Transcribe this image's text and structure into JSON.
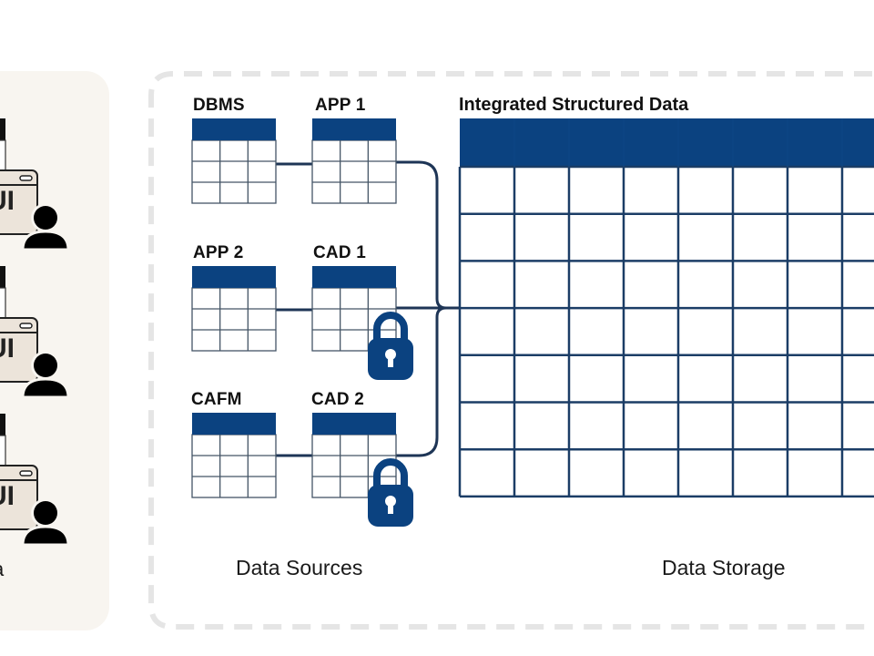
{
  "colors": {
    "navy": "#0b4280",
    "line": "#1e3556",
    "grid_line": "#1b3d66",
    "panel_bg": "#f8f5f0",
    "dash": "#e5e5e5",
    "ui_window": "#ece4da"
  },
  "left_panel": {
    "users": [
      {
        "window_label": "UI",
        "icon": "person-icon"
      },
      {
        "window_label": "UI",
        "icon": "person-icon"
      },
      {
        "window_label": "UI",
        "icon": "person-icon"
      }
    ],
    "caption_fragment": "a"
  },
  "data_sources": {
    "section_label": "Data Sources",
    "tables": [
      {
        "name": "DBMS",
        "locked": false
      },
      {
        "name": "APP 1",
        "locked": false
      },
      {
        "name": "APP 2",
        "locked": false
      },
      {
        "name": "CAD 1",
        "locked": true
      },
      {
        "name": "CAFM",
        "locked": false
      },
      {
        "name": "CAD 2",
        "locked": true
      }
    ]
  },
  "data_storage": {
    "section_label": "Data Storage",
    "title": "Integrated Structured Data",
    "visible_columns": 8,
    "rows": 7
  }
}
